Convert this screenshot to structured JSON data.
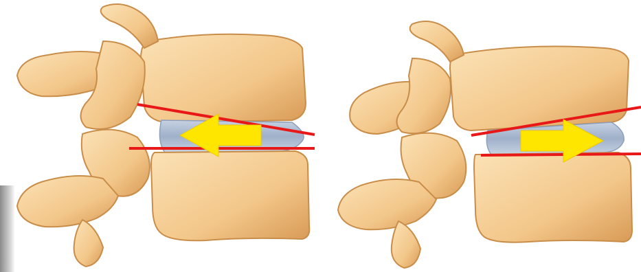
{
  "figure": {
    "panels": [
      {
        "id": "left",
        "arrow_direction": "left"
      },
      {
        "id": "right",
        "arrow_direction": "right"
      }
    ],
    "colors": {
      "bone": "#f3c78a",
      "bone_light": "#fbe2b6",
      "bone_shadow": "#c98d4a",
      "disc": "#aab8cf",
      "disc_light": "#d4dce8",
      "arrow": "#ffe600",
      "reference_line": "#e81818"
    }
  }
}
